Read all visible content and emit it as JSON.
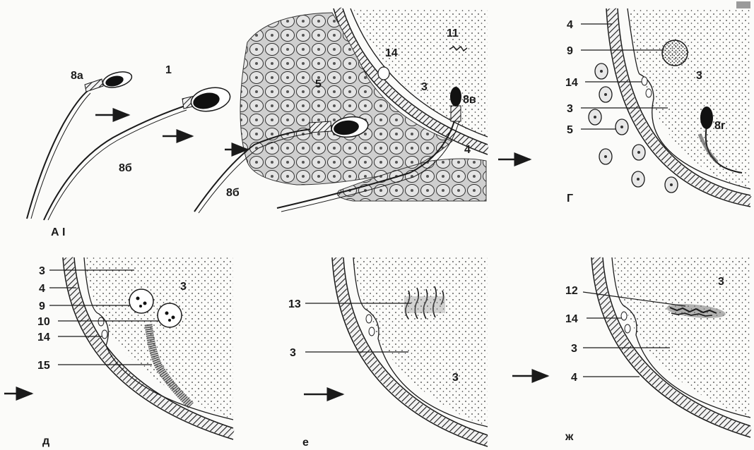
{
  "panels": {
    "A": {
      "corner": "А I",
      "labels": {
        "sperm_8a": "8а",
        "sperm_8b": "8б",
        "sperm_8b_2": "8б",
        "sperm_8v": "8в",
        "num_1": "1",
        "num_5": "5",
        "num_4": "4",
        "num_3": "3",
        "num_14": "14",
        "num_11": "11"
      }
    },
    "G": {
      "corner": "Г",
      "labels": {
        "l4": "4",
        "l9": "9",
        "l14": "14",
        "l3": "3",
        "l5": "5",
        "l3_inner": "3",
        "l8g": "8г"
      }
    },
    "D": {
      "corner": "д",
      "labels": {
        "l3": "3",
        "l4": "4",
        "l9": "9",
        "l10": "10",
        "l14": "14",
        "l15": "15",
        "l3_inner": "3"
      }
    },
    "E": {
      "corner": "е",
      "labels": {
        "l13": "13",
        "l3": "3",
        "l3_inner": "3"
      }
    },
    "Zh": {
      "corner": "ж",
      "labels": {
        "l12": "12",
        "l14": "14",
        "l3": "3",
        "l4": "4",
        "l3_inner": "3"
      }
    }
  },
  "colors": {
    "ink": "#1a1a1a",
    "paper": "#fbfbf9",
    "cell_fill": "#d9d9d9",
    "membrane": "#2b2b2b"
  }
}
